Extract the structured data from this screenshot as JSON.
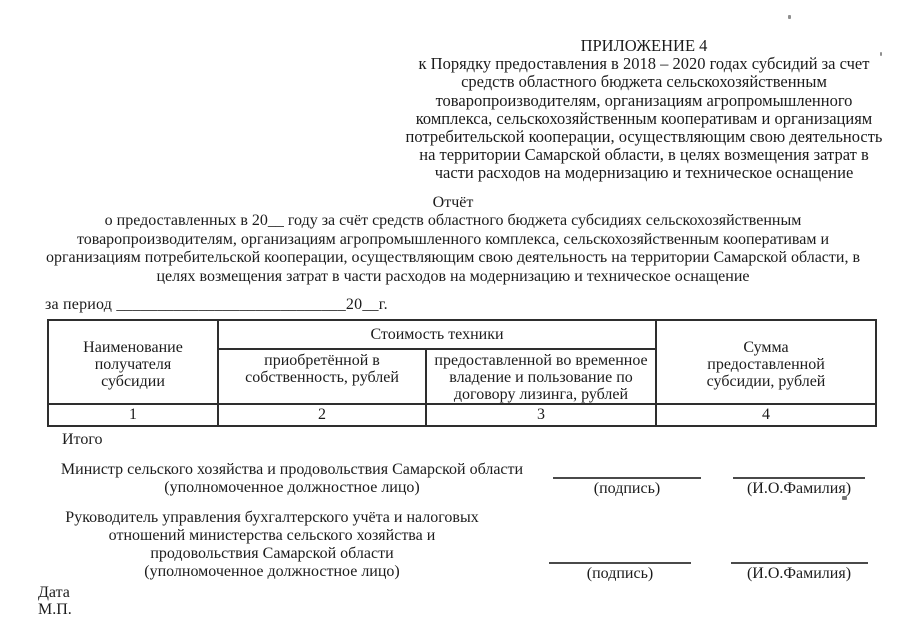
{
  "appendix": {
    "title": "ПРИЛОЖЕНИЕ 4",
    "lines": [
      "к Порядку предоставления в 2018 – 2020 годах субсидий за счет",
      "средств областного бюджета сельскохозяйственным",
      "товаропроизводителям, организациям агропромышленного",
      "комплекса, сельскохозяйственным кооперативам и организациям",
      "потребительской кооперации, осуществляющим свою деятельность",
      "на территории Самарской области, в целях возмещения затрат в",
      "части расходов на модернизацию и техническое оснащение"
    ]
  },
  "report": {
    "title": "Отчёт",
    "lines": [
      "о предоставленных в 20__ году за счёт средств областного бюджета субсидиях сельскохозяйственным",
      "товаропроизводителям, организациям агропромышленного комплекса, сельскохозяйственным кооперативам и",
      "организациям потребительской кооперации, осуществляющим свою деятельность на территории Самарской области, в",
      "целях возмещения затрат в части расходов на модернизацию и техническое оснащение"
    ]
  },
  "period": {
    "text": "за период ____________________________20__г."
  },
  "table": {
    "headers": {
      "recipient": "Наименование получателя субсидии",
      "cost_group": "Стоимость техники",
      "cost_owned": "приобретённой в собственность, рублей",
      "cost_leased": "предоставленной во временное владение и пользование по договору лизинга, рублей",
      "subsidy_sum": "Сумма предоставленной субсидии, рублей"
    },
    "column_numbers": [
      "1",
      "2",
      "3",
      "4"
    ]
  },
  "totals_label": "Итого",
  "signatures": [
    {
      "title_lines": [
        "Министр сельского хозяйства и продовольствия Самарской области"
      ],
      "subtitle": "(уполномоченное должностное лицо)",
      "sign_label": "(подпись)",
      "name_label": "(И.О.Фамилия)"
    },
    {
      "title_lines": [
        "Руководитель управления бухгалтерского учёта и налоговых",
        "отношений министерства сельского хозяйства и",
        "продовольствия Самарской области"
      ],
      "subtitle": "(уполномоченное должностное лицо)",
      "sign_label": "(подпись)",
      "name_label": "(И.О.Фамилия)"
    }
  ],
  "footer": {
    "date_label": "Дата",
    "stamp_label": "М.П."
  }
}
